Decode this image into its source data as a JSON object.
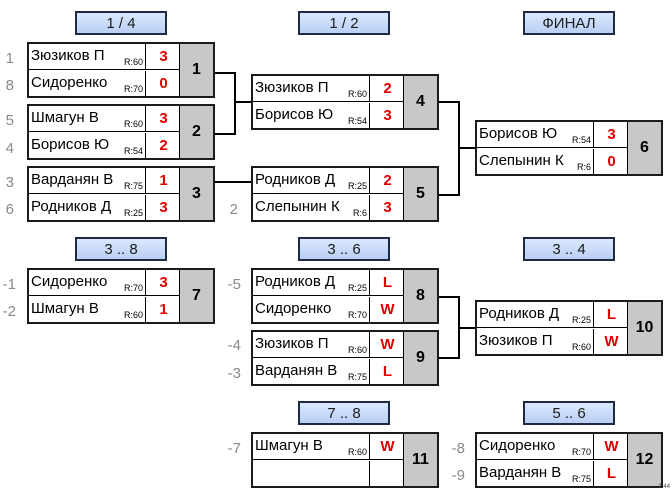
{
  "headers": [
    "1 / 4",
    "1 / 2",
    "ФИНАЛ",
    "3 .. 8",
    "3 .. 6",
    "3 .. 4",
    "7 .. 8",
    "5 .. 6"
  ],
  "matches": [
    {
      "num": "1",
      "seed1": "1",
      "seed2": "8",
      "p1": {
        "name": "Зюзиков П",
        "rating": "R:60",
        "score": "3"
      },
      "p2": {
        "name": "Сидоренко",
        "rating": "R:70",
        "score": "0"
      }
    },
    {
      "num": "2",
      "seed1": "5",
      "seed2": "4",
      "p1": {
        "name": "Шмагун  В",
        "rating": "R:60",
        "score": "3"
      },
      "p2": {
        "name": "Борисов Ю",
        "rating": "R:54",
        "score": "2"
      }
    },
    {
      "num": "3",
      "seed1": "3",
      "seed2": "6",
      "p1": {
        "name": "Варданян В",
        "rating": "R:75",
        "score": "1"
      },
      "p2": {
        "name": "Родников Д",
        "rating": "R:25",
        "score": "3"
      }
    },
    {
      "num": "4",
      "seed1": "",
      "seed2": "",
      "p1": {
        "name": "Зюзиков П",
        "rating": "R:60",
        "score": "2"
      },
      "p2": {
        "name": "Борисов Ю",
        "rating": "R:54",
        "score": "3"
      }
    },
    {
      "num": "5",
      "seed1": "",
      "seed2": "2",
      "p1": {
        "name": "Родников Д",
        "rating": "R:25",
        "score": "2"
      },
      "p2": {
        "name": "Слепынин К",
        "rating": "R:6",
        "score": "3"
      }
    },
    {
      "num": "6",
      "seed1": "",
      "seed2": "",
      "p1": {
        "name": "Борисов Ю",
        "rating": "R:54",
        "score": "3"
      },
      "p2": {
        "name": "Слепынин К",
        "rating": "R:6",
        "score": "0"
      }
    },
    {
      "num": "7",
      "seed1": "-1",
      "seed2": "-2",
      "p1": {
        "name": "Сидоренко",
        "rating": "R:70",
        "score": "3"
      },
      "p2": {
        "name": "Шмагун  В",
        "rating": "R:60",
        "score": "1"
      }
    },
    {
      "num": "8",
      "seed1": "-5",
      "seed2": "",
      "p1": {
        "name": "Родников Д",
        "rating": "R:25",
        "score": "L"
      },
      "p2": {
        "name": "Сидоренко",
        "rating": "R:70",
        "score": "W"
      }
    },
    {
      "num": "9",
      "seed1": "-4",
      "seed2": "-3",
      "p1": {
        "name": "Зюзиков П",
        "rating": "R:60",
        "score": "W"
      },
      "p2": {
        "name": "Варданян В",
        "rating": "R:75",
        "score": "L"
      }
    },
    {
      "num": "10",
      "seed1": "",
      "seed2": "",
      "p1": {
        "name": "Родников Д",
        "rating": "R:25",
        "score": "L"
      },
      "p2": {
        "name": "Зюзиков П",
        "rating": "R:60",
        "score": "W"
      }
    },
    {
      "num": "11",
      "seed1": "-7",
      "seed2": "",
      "p1": {
        "name": "Шмагун  В",
        "rating": "R:60",
        "score": "W"
      },
      "p2": {
        "name": "",
        "rating": "",
        "score": ""
      }
    },
    {
      "num": "12",
      "seed1": "-8",
      "seed2": "-9",
      "p1": {
        "name": "Сидоренко",
        "rating": "R:70",
        "score": "W"
      },
      "p2": {
        "name": "Варданян В",
        "rating": "R:75",
        "score": "L"
      }
    }
  ],
  "corner_mark": "1.44"
}
